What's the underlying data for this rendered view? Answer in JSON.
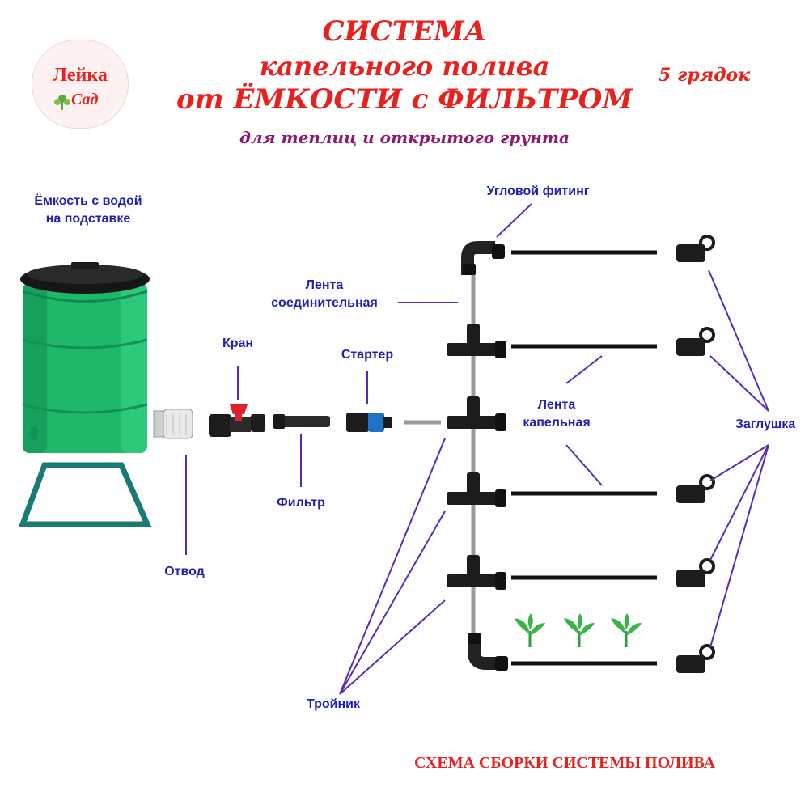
{
  "header": {
    "title_line1": "СИСТЕМА",
    "title_line2": "капельного полива",
    "title_line3": "от ЁМКОСТИ с ФИЛЬТРОМ",
    "subtitle": "для теплиц и открытого грунта",
    "beds_count": "5 грядок"
  },
  "logo": {
    "text_top": "Лейка",
    "text_bottom": "Сад"
  },
  "labels": {
    "tank": "Ёмкость с водой\nна подставке",
    "tap": "Кран",
    "starter": "Стартер",
    "outlet": "Отвод",
    "filter": "Фильтр",
    "angle_fitting": "Угловой фитинг",
    "connecting_tape": "Лента\nсоединительная",
    "drip_tape": "Лента\nкапельная",
    "plug": "Заглушка",
    "tee": "Тройник"
  },
  "footer": "СХЕМА СБОРКИ СИСТЕМЫ ПОЛИВА",
  "colors": {
    "title_red": "#e8201e",
    "subtitle_purple": "#8b1a72",
    "label_blue": "#1f1fb8",
    "leader_purple": "#5b2ab5",
    "tank_green": "#1fb86a",
    "stand_teal": "#1a7a74",
    "valve_red": "#e0202a",
    "starter_blue": "#1e73c8"
  },
  "icons": [
    "barrel-icon",
    "stand-icon",
    "outlet-icon",
    "valve-icon",
    "filter-icon",
    "starter-icon",
    "tee-icon",
    "angle-fitting-icon",
    "plug-icon",
    "seedling-icon"
  ]
}
